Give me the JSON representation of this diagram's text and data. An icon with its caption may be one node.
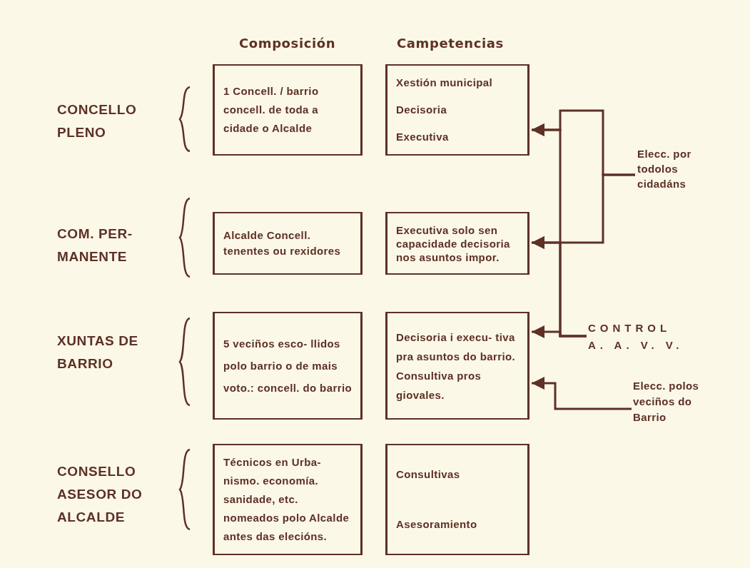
{
  "diagram": {
    "nodes": [
      {
        "text": [
          "1 Concell. / barrio concell. de toda a cidade o Alcalde"
        ]
      },
      {
        "text": [
          "Xestión municipal",
          "Decisoria",
          "Executiva"
        ]
      },
      {
        "text": [
          "Alcalde Concell. tenentes ou rexidores"
        ]
      },
      {
        "text": [
          "Executiva solo sen capacidade decisoria nos asuntos impor."
        ]
      },
      {
        "text": [
          "5 veciños esco- llidos polo barrio o de mais voto.: concell. do barrio"
        ]
      },
      {
        "text": [
          "Decisoria i execu- tiva pra asuntos do barrio. Consultiva pros giovales."
        ]
      },
      {
        "text": [
          "Técnicos en Urba- nismo. economía. sanidade, etc. nomeados polo Alcalde antes das elecións."
        ]
      },
      {
        "text": [
          "Consultivas",
          "Asesoramiento"
        ]
      },
      {
        "text": [
          "Elecc. por todolos cidadáns"
        ]
      },
      {
        "text": [
          "CONTROL A. A. V. V."
        ]
      },
      {
        "text": [
          "Elecc. polos veciños do Barrio"
        ]
      }
    ],
    "edges": [
      {
        "from": 8,
        "to": 1,
        "arrow": "to"
      },
      {
        "from": 8,
        "to": 3,
        "arrow": "to"
      },
      {
        "from": 9,
        "to": 1,
        "arrow": "to"
      },
      {
        "from": 9,
        "to": 3,
        "arrow": "to"
      },
      {
        "from": 9,
        "to": 5,
        "arrow": "to"
      },
      {
        "from": 10,
        "to": 5,
        "arrow": "to"
      }
    ],
    "labels": [
      "Composición",
      "Campetencias",
      "CONCELLO PLENO",
      "COM. PER- MANENTE",
      "XUNTAS DE BARRIO",
      "CONSELLO ASESOR DO ALCALDE"
    ]
  }
}
